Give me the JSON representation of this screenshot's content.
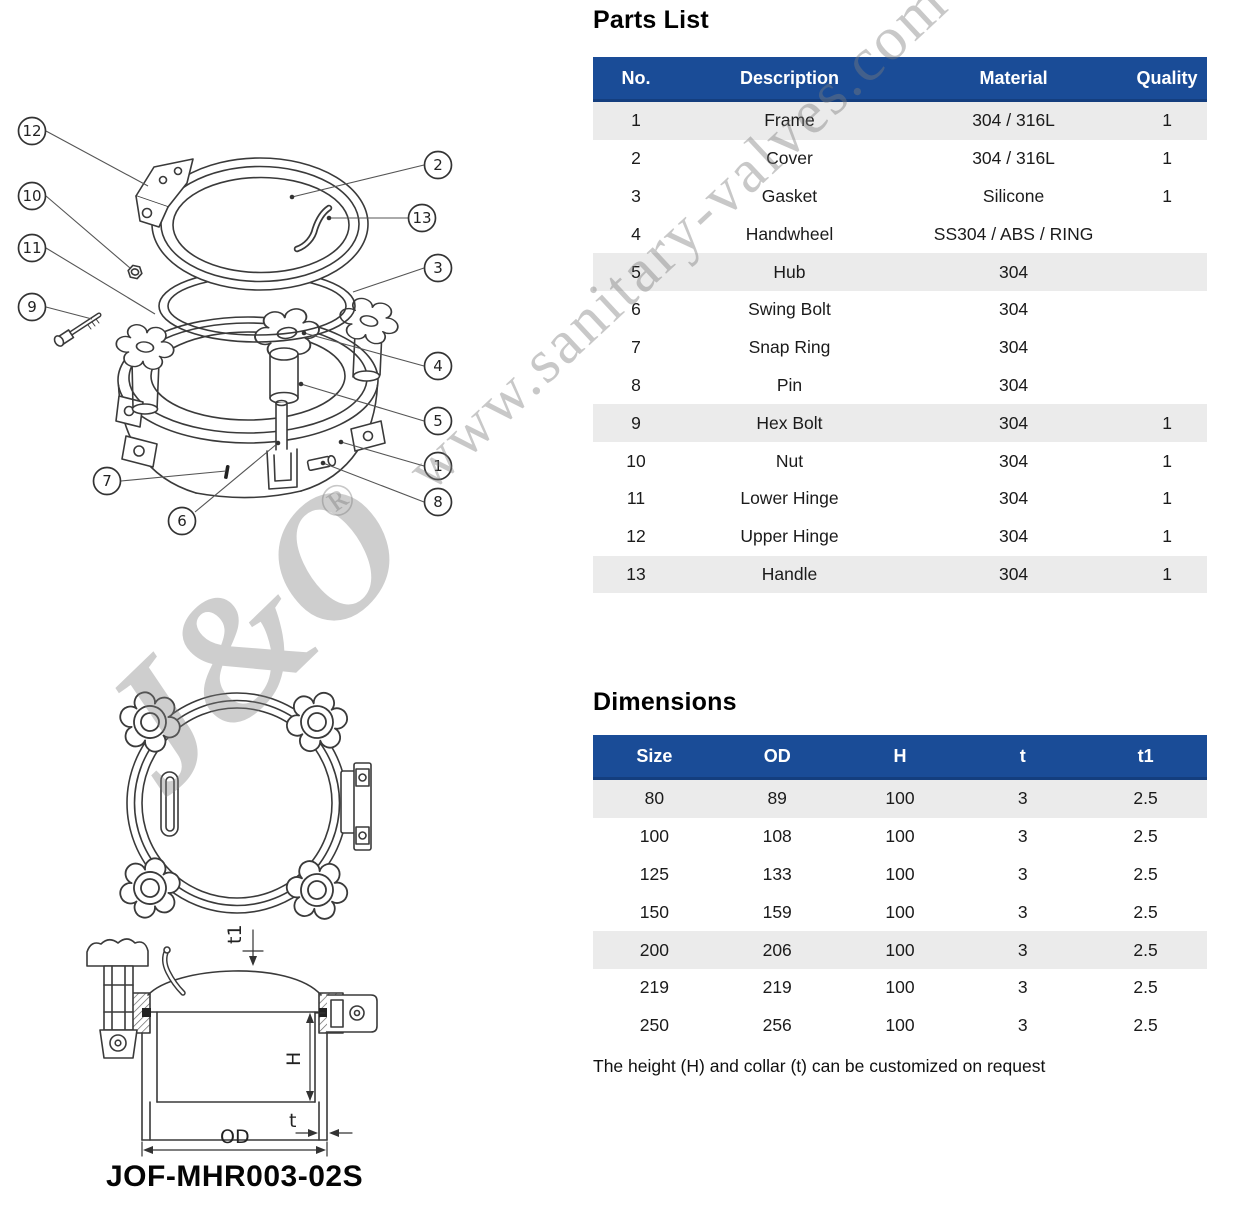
{
  "watermark": {
    "url_text": "www.sanitary-valves.com",
    "logo_text": "J&O",
    "registered_mark": "®"
  },
  "product_code": "JOF-MHR003-02S",
  "exploded_view": {
    "callouts": [
      "1",
      "2",
      "3",
      "4",
      "5",
      "6",
      "7",
      "8",
      "9",
      "10",
      "11",
      "12",
      "13"
    ]
  },
  "drawing_labels": {
    "t1": "t1",
    "h": "H",
    "t": "t",
    "od": "OD"
  },
  "parts_list": {
    "title": "Parts List",
    "headers": [
      "No.",
      "Description",
      "Material",
      "Quality"
    ],
    "rows": [
      [
        "1",
        "Frame",
        "304 / 316L",
        "1"
      ],
      [
        "2",
        "Cover",
        "304 / 316L",
        "1"
      ],
      [
        "3",
        "Gasket",
        "Silicone",
        "1"
      ],
      [
        "4",
        "Handwheel",
        "SS304 / ABS / RING",
        ""
      ],
      [
        "5",
        "Hub",
        "304",
        ""
      ],
      [
        "6",
        "Swing Bolt",
        "304",
        ""
      ],
      [
        "7",
        "Snap Ring",
        "304",
        ""
      ],
      [
        "8",
        "Pin",
        "304",
        ""
      ],
      [
        "9",
        "Hex Bolt",
        "304",
        "1"
      ],
      [
        "10",
        "Nut",
        "304",
        "1"
      ],
      [
        "11",
        "Lower Hinge",
        "304",
        "1"
      ],
      [
        "12",
        "Upper Hinge",
        "304",
        "1"
      ],
      [
        "13",
        "Handle",
        "304",
        "1"
      ]
    ]
  },
  "dimensions": {
    "title": "Dimensions",
    "headers": [
      "Size",
      "OD",
      "H",
      "t",
      "t1"
    ],
    "rows": [
      [
        "80",
        "89",
        "100",
        "3",
        "2.5"
      ],
      [
        "100",
        "108",
        "100",
        "3",
        "2.5"
      ],
      [
        "125",
        "133",
        "100",
        "3",
        "2.5"
      ],
      [
        "150",
        "159",
        "100",
        "3",
        "2.5"
      ],
      [
        "200",
        "206",
        "100",
        "3",
        "2.5"
      ],
      [
        "219",
        "219",
        "100",
        "3",
        "2.5"
      ],
      [
        "250",
        "256",
        "100",
        "3",
        "2.5"
      ]
    ],
    "note": "The height (H) and collar (t) can be customized on request"
  },
  "colors": {
    "header_blue": "#1a4c97",
    "row_shade": "#ebebeb"
  }
}
